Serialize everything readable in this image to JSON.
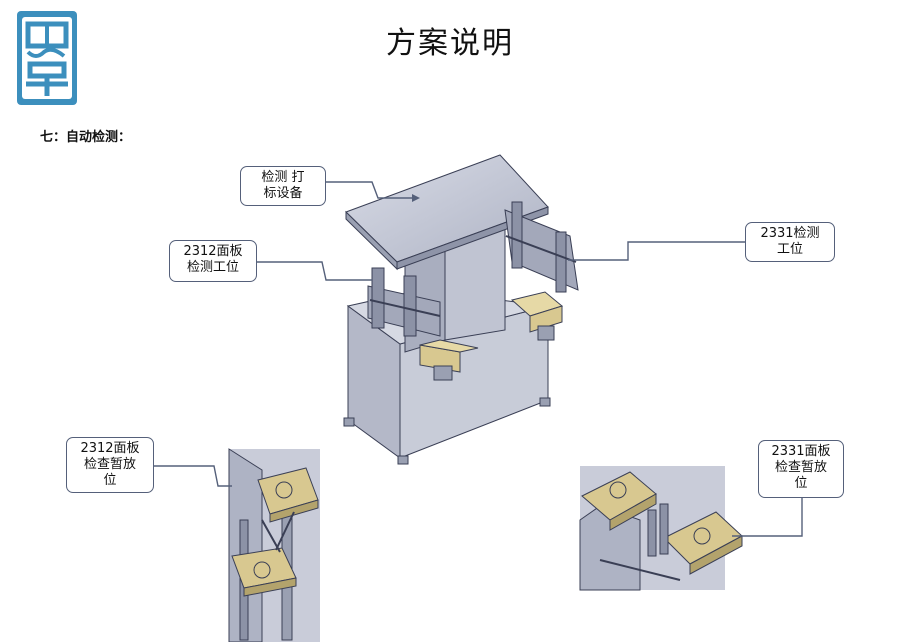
{
  "logo": {
    "text": "思卓",
    "color": "#3c8fbd"
  },
  "title": "方案说明",
  "section_heading": "七：自动检测：",
  "callouts": {
    "marking_device": {
      "line1": "检测 打",
      "line2": "标设备"
    },
    "station_2312": {
      "line1": "2312面板",
      "line2": "检测工位"
    },
    "station_2331": {
      "line1": "2331检测",
      "line2": "工位"
    },
    "buffer_2312": {
      "line1": "2312面板",
      "line2": "检查暂放",
      "line3": "位"
    },
    "buffer_2331": {
      "line1": "2331面板",
      "line2": "检查暂放",
      "line3": "位"
    }
  },
  "colors": {
    "machine_body": "#c8ccd8",
    "machine_edge": "#3a3f55",
    "fixture": "#d8c890",
    "callout_border": "#55607a"
  }
}
